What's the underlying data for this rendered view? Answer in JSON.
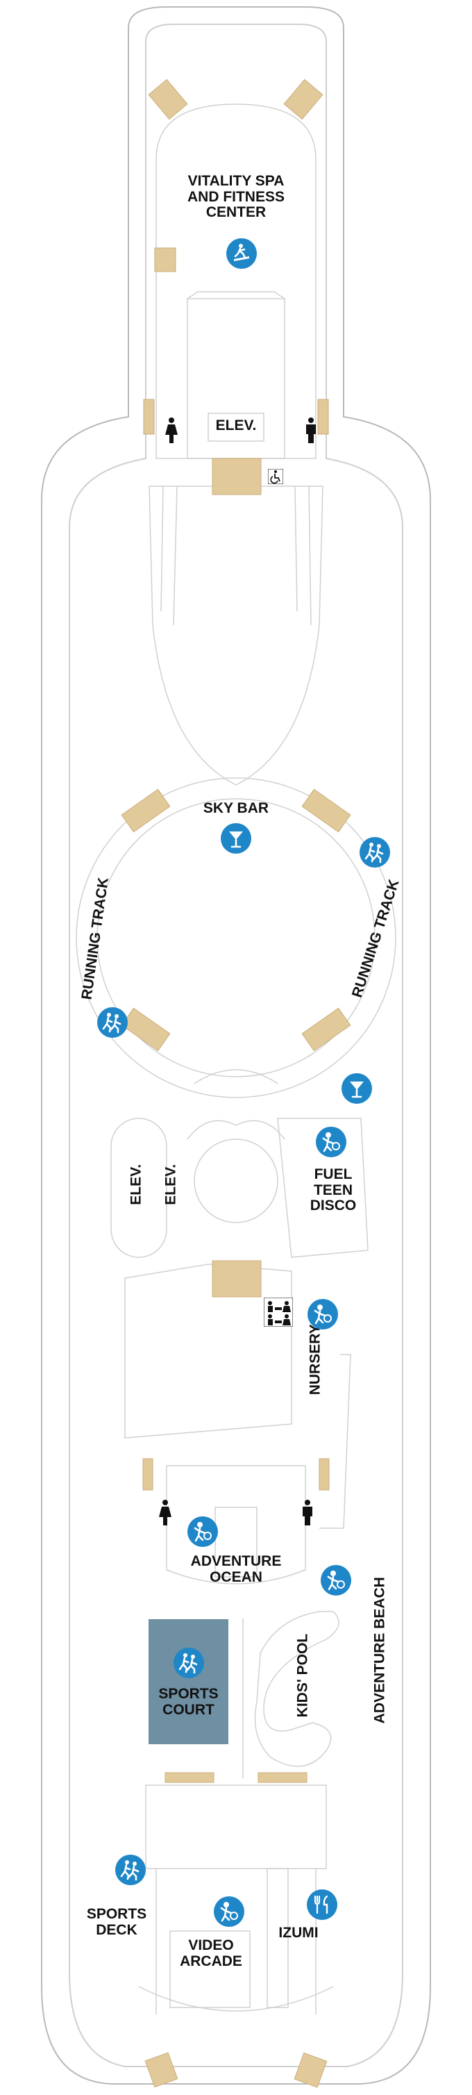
{
  "deck": {
    "colors": {
      "hull_line": "#b9b9b9",
      "inner_line": "#cfcfcf",
      "stair": "#e2c99a",
      "stair_line": "#c9ad79",
      "icon": "#1f86c8",
      "sports_court": "#6f8fa3",
      "text": "#111111"
    },
    "labels": {
      "spa": "VITALITY SPA\nAND FITNESS\nCENTER",
      "elev_top": "ELEV.",
      "sky_bar": "SKY BAR",
      "running_track_left": "RUNNING TRACK",
      "running_track_right": "RUNNING TRACK",
      "elev_left": "ELEV.",
      "elev_right": "ELEV.",
      "fuel": "FUEL\nTEEN\nDISCO",
      "nursery": "NURSERY",
      "adventure_ocean": "ADVENTURE\nOCEAN",
      "sports_court": "SPORTS\nCOURT",
      "kids_pool": "KIDS'\nPOOL",
      "adventure_beach": "ADVENTURE\nBEACH",
      "sports_deck": "SPORTS\nDECK",
      "video_arcade": "VIDEO\nARCADE",
      "izumi": "IZUMI"
    },
    "icons": [
      "fitness-icon",
      "wheelchair-icon",
      "women-restroom-icon",
      "men-restroom-icon",
      "cocktail-icon",
      "running-icon",
      "kids-club-icon",
      "restrooms-icon",
      "dining-icon",
      "sports-icon"
    ]
  }
}
